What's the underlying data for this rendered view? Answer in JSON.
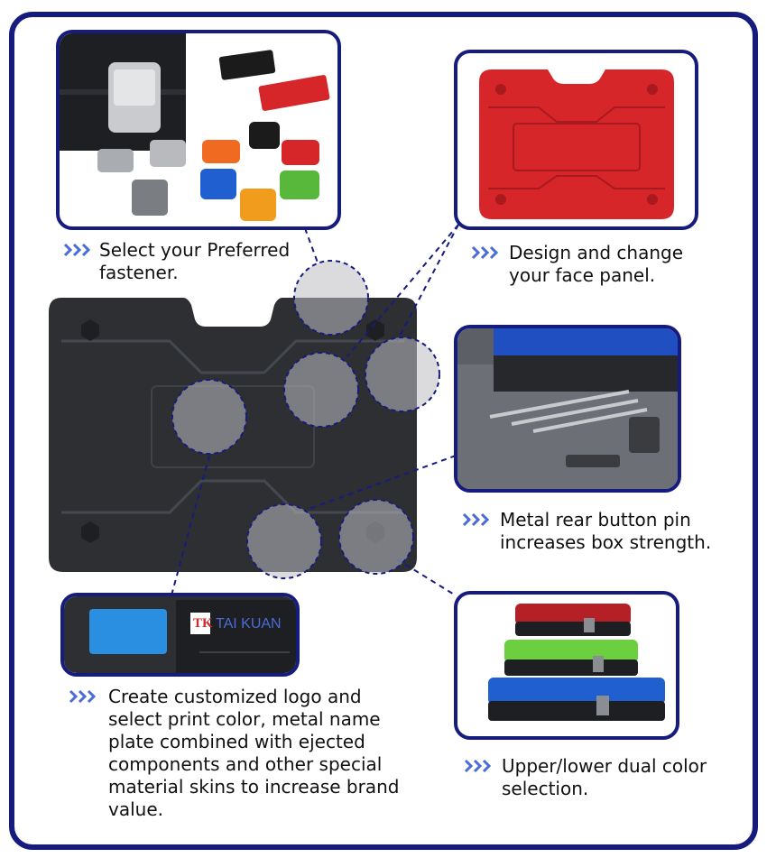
{
  "colors": {
    "frame": "#151c7e",
    "chevron": "#4a6cd9",
    "case_body": "#2d2f33",
    "red": "#d6262a",
    "blue": "#1f5fd0",
    "green": "#57b83c",
    "orange": "#f29c1e"
  },
  "icons": [
    "chevron-triple-icon"
  ],
  "captions": {
    "fastener": [
      "Select your Preferred",
      "fastener."
    ],
    "face_panel": [
      "Design and change",
      "your face panel."
    ],
    "rear_pin": [
      "Metal rear button pin",
      "increases box strength."
    ],
    "logo": [
      "Create customized logo and",
      "select print color, metal name",
      "plate combined with ejected",
      "components and other special",
      "material skins to increase brand",
      "value."
    ],
    "dual_color": [
      "Upper/lower dual color",
      "selection."
    ]
  },
  "logo_panel": {
    "brand_mark": "TK",
    "brand_name": "TAI KUAN"
  }
}
